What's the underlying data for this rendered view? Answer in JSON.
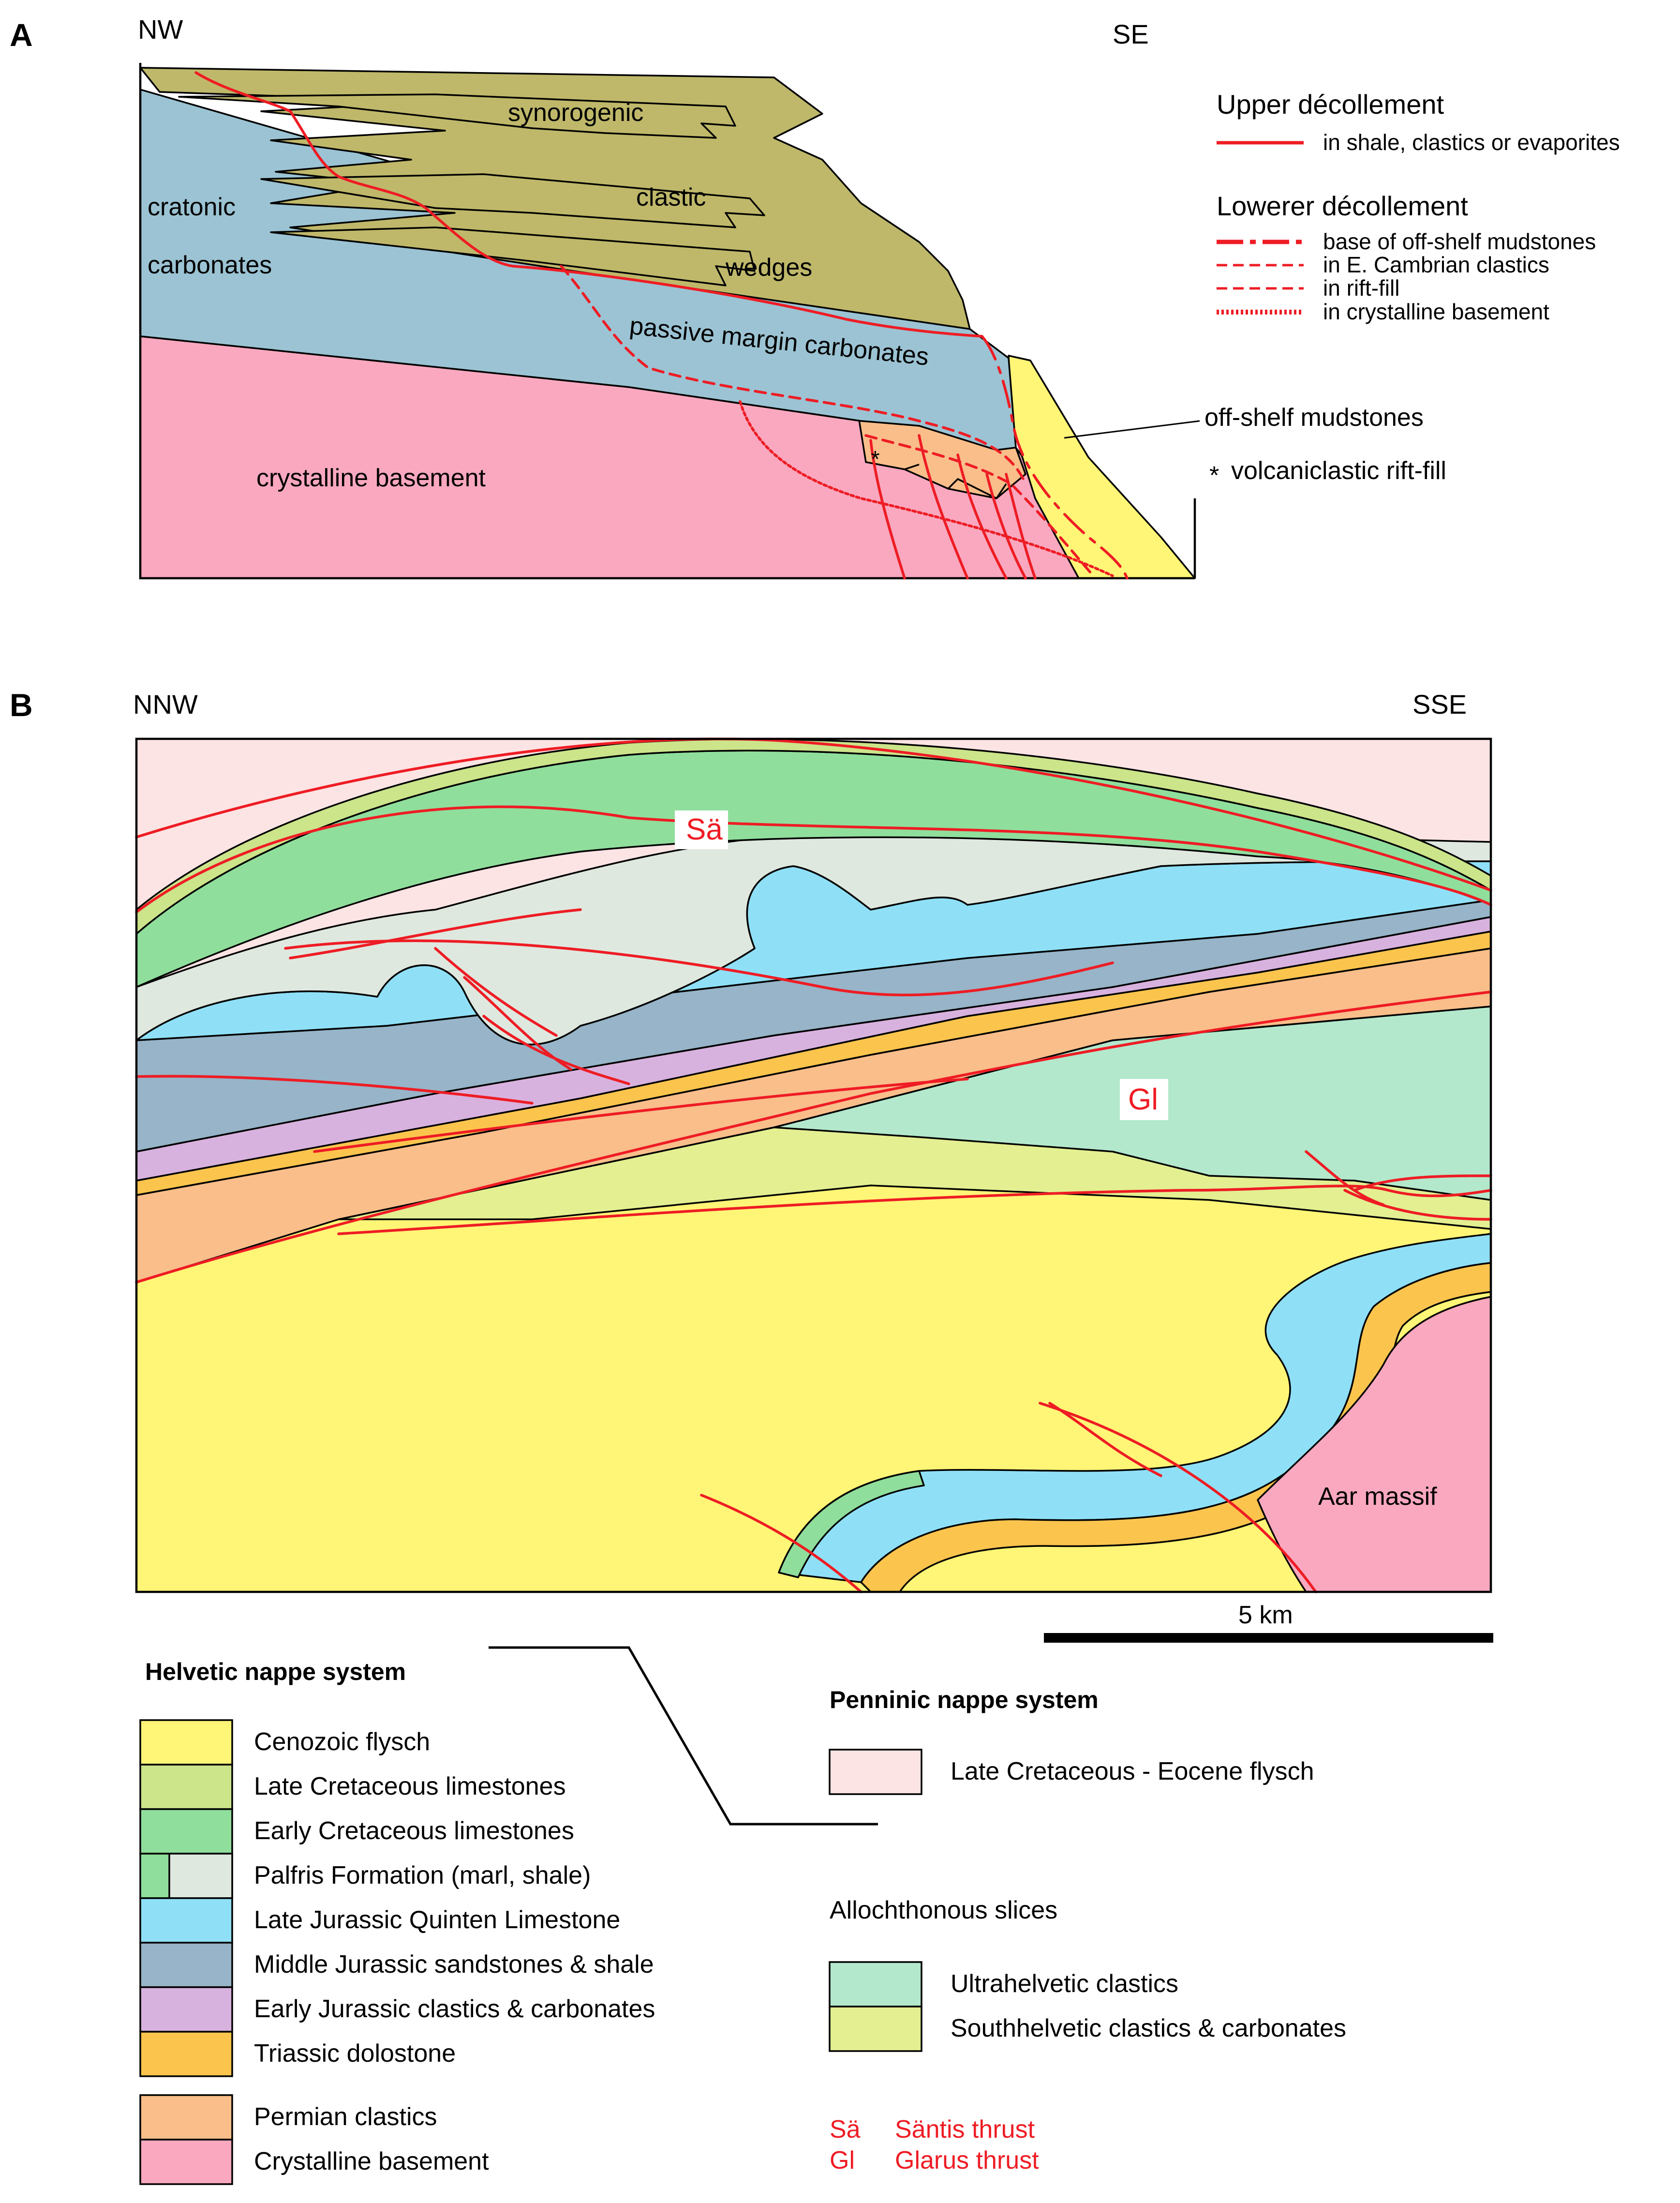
{
  "panel_a": {
    "letter": "A",
    "orient_left": "NW",
    "orient_right": "SE",
    "labels": {
      "synorogenic": "synorogenic",
      "clastic": "clastic",
      "wedges": "wedges",
      "cratonic": "cratonic",
      "carbonates": "carbonates",
      "passive_margin": "passive margin carbonates",
      "basement": "crystalline basement",
      "off_shelf": "off-shelf mudstones",
      "rift_fill_star": "*",
      "volcaniclastic": "volcaniclastic rift-fill",
      "volcaniclastic_marker": "*"
    },
    "legend": {
      "upper_title": "Upper décollement",
      "upper_item": "in shale, clastics or evaporites",
      "lower_title": "Lowerer décollement",
      "lower_items": [
        "base of off-shelf mudstones",
        "in E. Cambrian clastics",
        "in rift-fill",
        "in crystalline basement"
      ]
    }
  },
  "panel_b": {
    "letter": "B",
    "orient_left": "NNW",
    "orient_right": "SSE",
    "thrust_labels": {
      "sa": "Sä",
      "gl": "Gl"
    },
    "aar": "Aar massif",
    "scale_label": "5 km"
  },
  "legend_b": {
    "helvetic_title": "Helvetic nappe system",
    "helvetic_items": [
      "Cenozoic flysch",
      "Late Cretaceous limestones",
      "Early Cretaceous limestones",
      "Palfris Formation (marl, shale)",
      "Late Jurassic Quinten Limestone",
      "Middle Jurassic sandstones & shale",
      "Early Jurassic clastics & carbonates",
      "Triassic dolostone",
      "Permian clastics",
      "Crystalline basement"
    ],
    "penninic_title": "Penninic nappe system",
    "penninic_item": "Late Cretaceous - Eocene flysch",
    "allochthonous_title": "Allochthonous slices",
    "allochthonous_items": [
      "Ultrahelvetic clastics",
      "Southhelvetic clastics & carbonates"
    ],
    "thrust_abbrev": [
      {
        "code": "Sä",
        "name": "Säntis thrust"
      },
      {
        "code": "Gl",
        "name": "Glarus thrust"
      }
    ]
  },
  "colors": {
    "olive": "#bfb86a",
    "blue_grey": "#9bc3d3",
    "pink": "#f9a8bf",
    "yellow": "#fff576",
    "orange": "#f9be8a",
    "lime": "#cce48a",
    "green": "#90de9c",
    "grey_green": "#dfe8df",
    "cyan": "#8fe0f6",
    "steel": "#97b4c8",
    "lilac": "#d8b2de",
    "gold": "#fbc44d",
    "pale_pink": "#fde4e4",
    "mint": "#b3e8cc",
    "pale_lime": "#e3ef91",
    "thrust_red": "#ee1c24"
  }
}
